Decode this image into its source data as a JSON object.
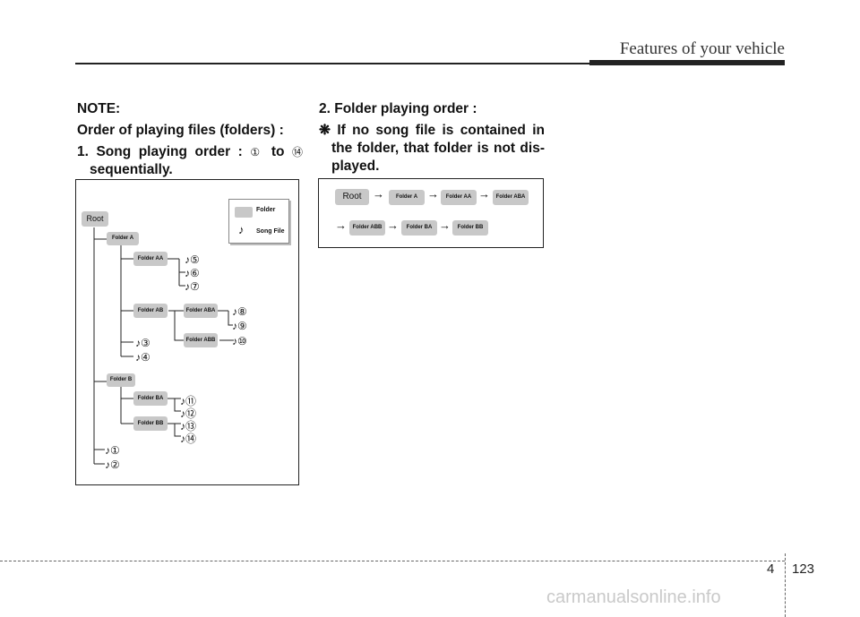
{
  "header": {
    "section_title": "Features of your vehicle"
  },
  "left_col": {
    "note_label": "NOTE:",
    "order_heading": "Order of playing files (folders) :",
    "item1_lead": "1. Song playing order :",
    "item1_from": "①",
    "item1_to_word": "to",
    "item1_to": "⑭",
    "item1_tail": "sequentially."
  },
  "right_col": {
    "item2_heading": "2. Folder playing order :",
    "note_mark": "❋",
    "note_line1": "If no song file is contained in",
    "note_line2": "the folder, that folder is not dis-",
    "note_line3": "played."
  },
  "tree_diagram": {
    "legend_folder": "Folder",
    "legend_song": "Song File",
    "root": "Root",
    "folder_a": "Folder A",
    "folder_aa": "Folder AA",
    "folder_ab": "Folder AB",
    "folder_aba": "Folder ABA",
    "folder_abb": "Folder ABB",
    "folder_b": "Folder B",
    "folder_ba": "Folder BA",
    "folder_bb": "Folder BB",
    "songs": [
      "①",
      "②",
      "③",
      "④",
      "⑤",
      "⑥",
      "⑦",
      "⑧",
      "⑨",
      "⑩",
      "⑪",
      "⑫",
      "⑬",
      "⑭"
    ]
  },
  "order_diagram": {
    "row1": [
      "Root",
      "Folder A",
      "Folder AA",
      "Folder ABA"
    ],
    "row2": [
      "Folder ABB",
      "Folder BA",
      "Folder BB"
    ],
    "arrow": "→"
  },
  "footer": {
    "chapter": "4",
    "page": "123",
    "watermark": "carmanualsonline.info"
  },
  "colors": {
    "folder_fill": "#c8c8c8",
    "text": "#111111",
    "line": "#222222"
  }
}
